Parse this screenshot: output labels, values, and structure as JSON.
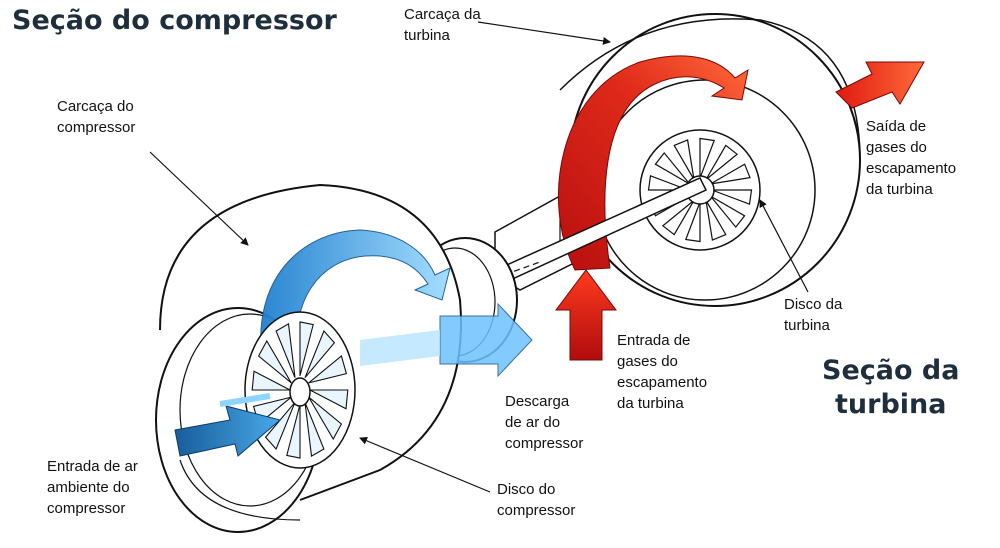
{
  "titles": {
    "compressor_section": "Seção do compressor",
    "turbine_section": "Seção da\nturbina"
  },
  "labels": {
    "compressor_housing": "Carcaça do\ncompressor",
    "turbine_housing": "Carcaça da\nturbina",
    "turbine_exhaust_outlet": "Saída de\ngases do\nescapamento\nda turbina",
    "turbine_wheel": "Disco da\nturbina",
    "turbine_exhaust_inlet": "Entrada de\ngases do\nescapamento\nda turbina",
    "compressor_discharge": "Descarga\nde ar do\ncompressor",
    "compressor_air_inlet": "Entrada de ar\nambiente do\ncompressor",
    "compressor_wheel": "Disco do\ncompressor"
  },
  "colors": {
    "cold_flow_dark": "#1f6fb5",
    "cold_flow_light": "#8fd3ff",
    "hot_flow_dark": "#c81414",
    "hot_flow_light": "#ff5a2a",
    "title_text": "#1f2e3c",
    "outline": "#111111"
  }
}
